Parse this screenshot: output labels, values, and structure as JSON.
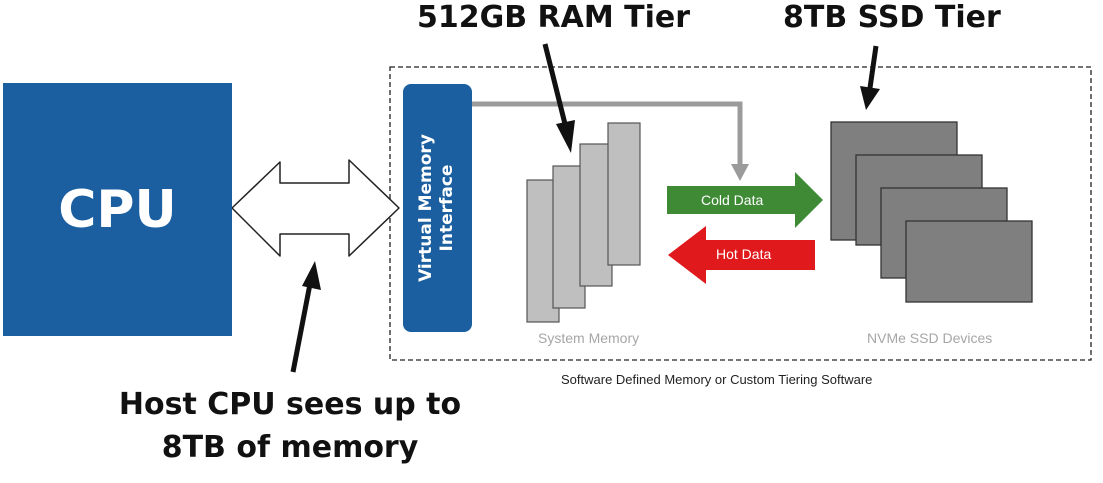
{
  "labels": {
    "ram_tier": "512GB RAM Tier",
    "ssd_tier": "8TB SSD Tier",
    "cpu": "CPU",
    "vmi_line1": "Virtual Memory",
    "vmi_line2": "Interface",
    "cold_data": "Cold Data",
    "hot_data": "Hot Data",
    "system_memory": "System Memory",
    "nvme": "NVMe SSD Devices",
    "software": "Software Defined Memory or Custom Tiering Software",
    "host_line1": "Host CPU sees up to",
    "host_line2": "8TB of memory"
  },
  "colors": {
    "blue": "#1b5fa0",
    "green": "#3e8a35",
    "red": "#e0191c",
    "ram_gray": "#bfbfbf",
    "ssd_gray": "#7f7f7f"
  }
}
